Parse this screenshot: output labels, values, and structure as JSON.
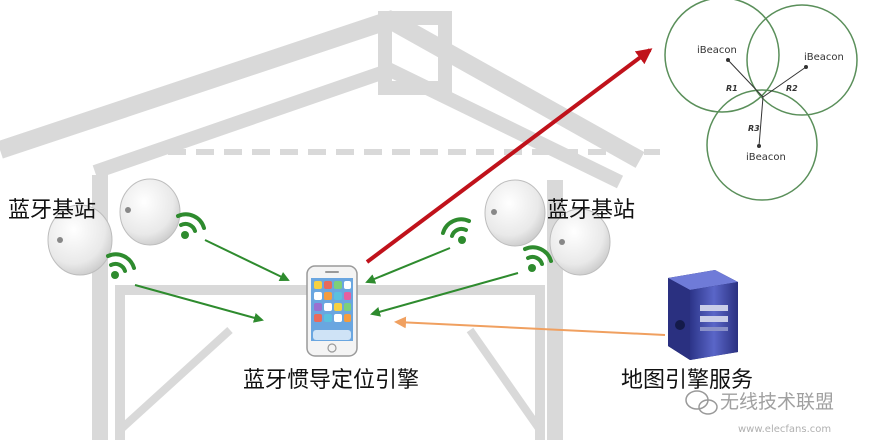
{
  "labels": {
    "beacon_station_left": "蓝牙基站",
    "beacon_station_right": "蓝牙基站",
    "engine": "蓝牙惯导定位引擎",
    "map_service": "地图引擎服务"
  },
  "trilateration": {
    "beacons": [
      "iBeacon",
      "iBeacon",
      "iBeacon"
    ],
    "radii": [
      "R1",
      "R2",
      "R3"
    ]
  },
  "watermark": {
    "line1": "无线技术联盟",
    "line2": "www.elecfans.com"
  },
  "colors": {
    "house": "#d9d9d9",
    "signal_arrow": "#2e8b2e",
    "uplink_arrow": "#c0121b",
    "service_arrow": "#f0a060",
    "circle": "#5a8f5a",
    "server": "#3f4aa8"
  }
}
